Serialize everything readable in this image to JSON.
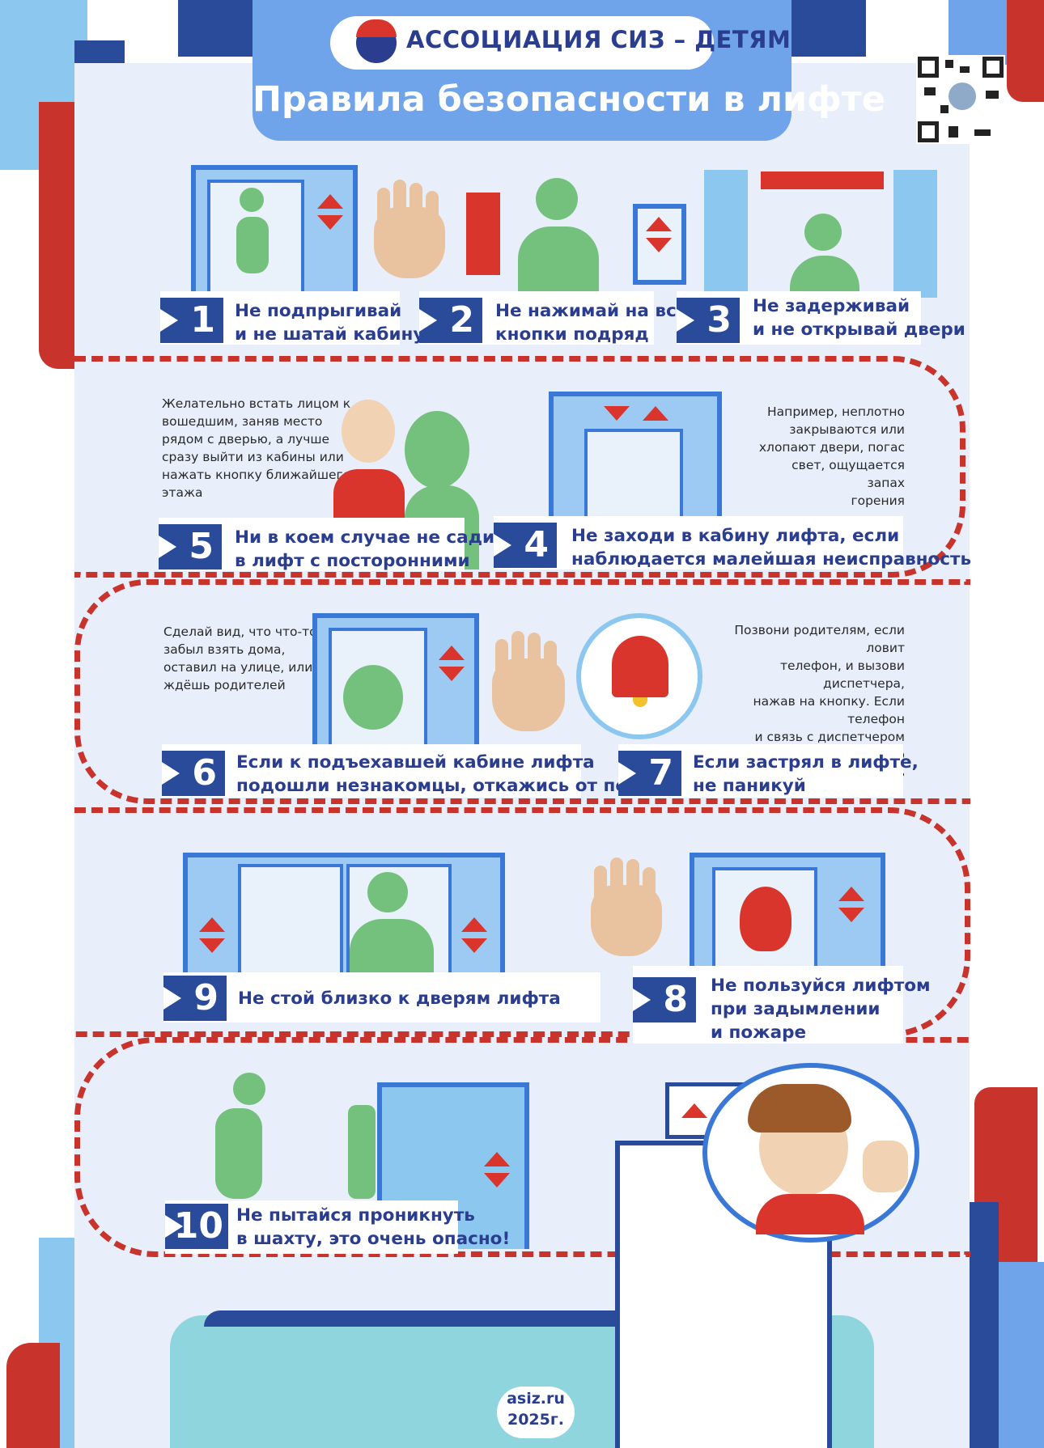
{
  "header": {
    "association": "АССОЦИАЦИЯ СИЗ – ДЕТЯМ",
    "title": "Правила безопасности в лифте"
  },
  "rules": [
    {
      "number": "1",
      "text": "Не подпрыгивай\nи не шатай кабину"
    },
    {
      "number": "2",
      "text": "Не нажимай на все\nкнопки подряд"
    },
    {
      "number": "3",
      "text": "Не задерживай\nи не открывай двери"
    },
    {
      "number": "4",
      "text": "Не заходи в кабину лифта, если\nнаблюдается малейшая неисправность"
    },
    {
      "number": "5",
      "text": "Ни в коем случае не садись\nв лифт с посторонними"
    },
    {
      "number": "6",
      "text": "Если к подъехавшей кабине лифта\nподошли незнакомцы, откажись от поездки"
    },
    {
      "number": "7",
      "text": "Если застрял в лифте,\nне паникуй"
    },
    {
      "number": "8",
      "text": "Не пользуйся лифтом\nпри задымлении\nи пожаре"
    },
    {
      "number": "9",
      "text": "Не стой близко к дверям лифта"
    },
    {
      "number": "10",
      "text": "Не пытайся проникнуть\nв шахту, это очень опасно!"
    }
  ],
  "notes": {
    "rule5": "Желательно встать лицом к\nвошедшим, заняв место\nрядом с дверью, а лучше\nсразу выйти из кабины или\nнажать кнопку ближайшего\nэтажа",
    "rule4": "Например, неплотно\nзакрываются или\nхлопают двери, погас\nсвет, ощущается запах\nгорения",
    "rule6": "Сделай вид, что что-то\nзабыл взять дома,\nоставил на улице, или\nждёшь родителей",
    "rule7": "Позвони родителям, если ловит\nтелефон, и вызови диспетчера,\nнажав на кнопку. Если телефон\nи связь с диспетчером\nне работает, не бойся громко\nзвать на помощь"
  },
  "footer": {
    "site": "asiz.ru",
    "year": "2025г."
  },
  "colors": {
    "navy": "#2a4b9a",
    "red": "#c8342c",
    "blue": "#6fa3ea",
    "green": "#74c17d",
    "panel": "#e8eefa"
  },
  "icons": [
    "qr-code-icon",
    "telegram-icon",
    "hand-stop-icon",
    "bell-icon",
    "fire-icon",
    "wrench-gear-icon",
    "elevator-icon"
  ]
}
